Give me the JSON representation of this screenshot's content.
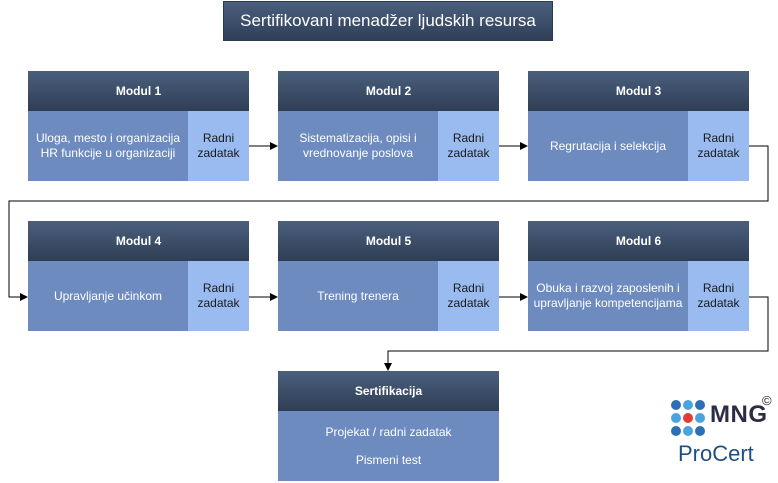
{
  "title": "Sertifikovani menadžer ljudskih resursa",
  "modules": [
    {
      "name": "Modul 1",
      "desc": "Uloga, mesto i organizacija HR funkcije u organizaciji",
      "task": "Radni zadatak"
    },
    {
      "name": "Modul 2",
      "desc": "Sistematizacija, opisi i vrednovanje poslova",
      "task": "Radni zadatak"
    },
    {
      "name": "Modul 3",
      "desc": "Regrutacija i selekcija",
      "task": "Radni zadatak"
    },
    {
      "name": "Modul 4",
      "desc": "Upravljanje učinkom",
      "task": "Radni zadatak"
    },
    {
      "name": "Modul 5",
      "desc": "Trening trenera",
      "task": "Radni zadatak"
    },
    {
      "name": "Modul 6",
      "desc": "Obuka i razvoj zaposlenih i upravljanje kompetencijama",
      "task": "Radni zadatak"
    }
  ],
  "certification": {
    "title": "Sertifikacija",
    "items": [
      "Projekat / radni zadatak",
      "Pismeni test"
    ]
  },
  "logo": {
    "mng": "MNG",
    "procert": "ProCert",
    "copyright": "©"
  },
  "colors": {
    "header": "#3c4f6b",
    "desc": "#6d8bbf",
    "task": "#99bbf0"
  }
}
